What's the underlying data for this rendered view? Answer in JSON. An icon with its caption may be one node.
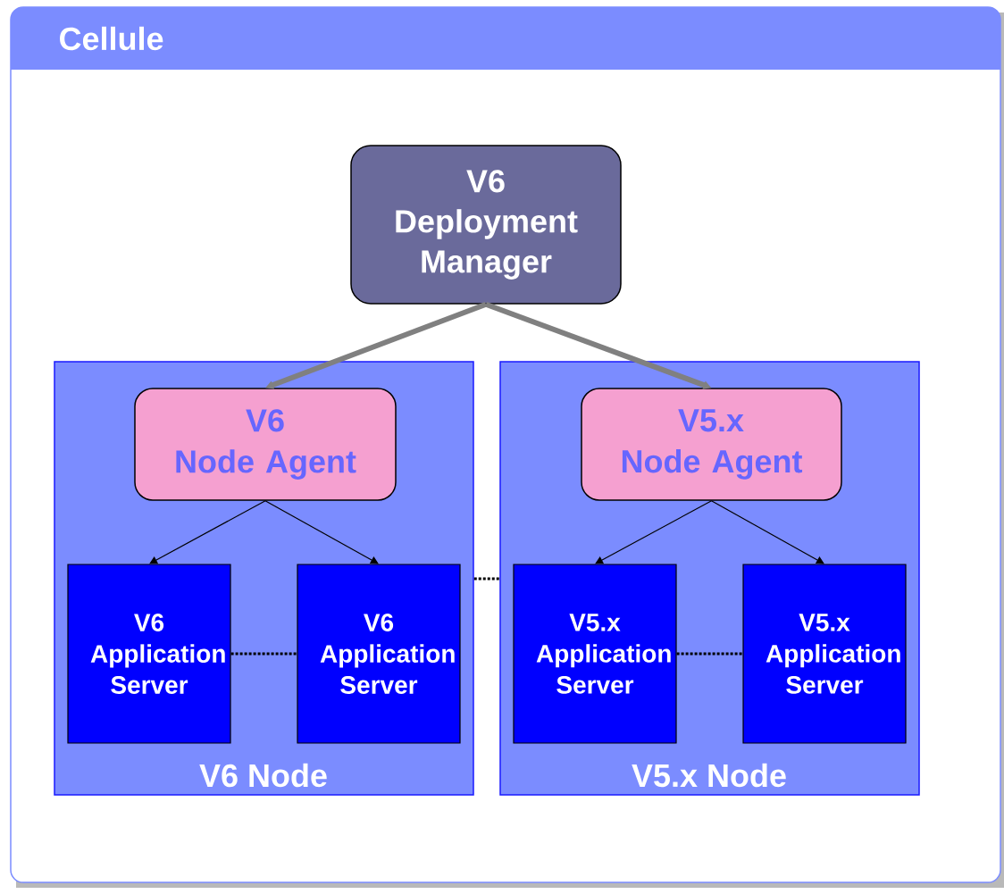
{
  "diagram": {
    "nodes": [
      {
        "text": [
          "Cellule"
        ]
      },
      {
        "text": [
          "V6 Deployment Manager"
        ],
        "in": 0
      },
      {
        "text": [
          "V6 Node"
        ],
        "in": 0
      },
      {
        "text": [
          "V6 Node Agent"
        ],
        "in": 2
      },
      {
        "text": [
          "V6 Application Server"
        ],
        "in": 2
      },
      {
        "text": [
          "V6 Application Server"
        ],
        "in": 2
      },
      {
        "text": [
          "V5.x Node"
        ],
        "in": 0
      },
      {
        "text": [
          "V5.x Node Agent"
        ],
        "in": 6
      },
      {
        "text": [
          "V5.x Application Server"
        ],
        "in": 6
      },
      {
        "text": [
          "V5.x Application Server"
        ],
        "in": 6
      }
    ],
    "edges": [
      {
        "from": 1,
        "to": 3,
        "arrow": "to",
        "style": "thick",
        "color": "#808080"
      },
      {
        "from": 1,
        "to": 7,
        "arrow": "to",
        "style": "thick",
        "color": "#808080"
      },
      {
        "from": 3,
        "to": 4,
        "arrow": "to"
      },
      {
        "from": 3,
        "to": 5,
        "arrow": "to"
      },
      {
        "from": 7,
        "to": 8,
        "arrow": "to"
      },
      {
        "from": 7,
        "to": 9,
        "arrow": "to"
      },
      {
        "from": 4,
        "to": 5,
        "arrow": "none",
        "style": "dashed"
      },
      {
        "from": 2,
        "to": 6,
        "arrow": "none",
        "style": "dashed"
      },
      {
        "from": 8,
        "to": 9,
        "arrow": "none",
        "style": "dashed"
      }
    ]
  }
}
